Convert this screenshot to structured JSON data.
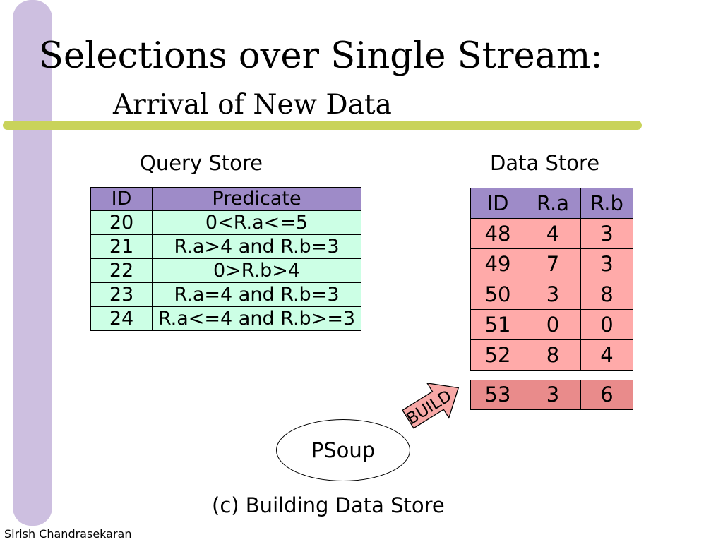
{
  "slide": {
    "title": "Selections over Single Stream:",
    "subtitle": "Arrival of New Data",
    "author": "Sirish Chandrasekaran",
    "caption": "(c) Building Data Store",
    "colors": {
      "left_bar": "#cdbfe0",
      "accent_line": "#c9d35a",
      "header_fill": "#9e8bc8",
      "query_row_fill": "#ccffe5",
      "data_row_fill": "#ffaaa9",
      "new_row_fill": "#e98b8b"
    }
  },
  "query_store": {
    "label": "Query Store",
    "headers": [
      "ID",
      "Predicate"
    ],
    "rows": [
      [
        "20",
        "0<R.a<=5"
      ],
      [
        "21",
        "R.a>4 and R.b=3"
      ],
      [
        "22",
        "0>R.b>4"
      ],
      [
        "23",
        "R.a=4 and R.b=3"
      ],
      [
        "24",
        "R.a<=4 and R.b>=3"
      ]
    ]
  },
  "data_store": {
    "label": "Data Store",
    "headers": [
      "ID",
      "R.a",
      "R.b"
    ],
    "rows": [
      [
        "48",
        "4",
        "3"
      ],
      [
        "49",
        "7",
        "3"
      ],
      [
        "50",
        "3",
        "8"
      ],
      [
        "51",
        "0",
        "0"
      ],
      [
        "52",
        "8",
        "4"
      ]
    ],
    "new_row": [
      "53",
      "3",
      "6"
    ]
  },
  "psoup": {
    "label": "PSoup",
    "arrow_label": "BUILD"
  }
}
